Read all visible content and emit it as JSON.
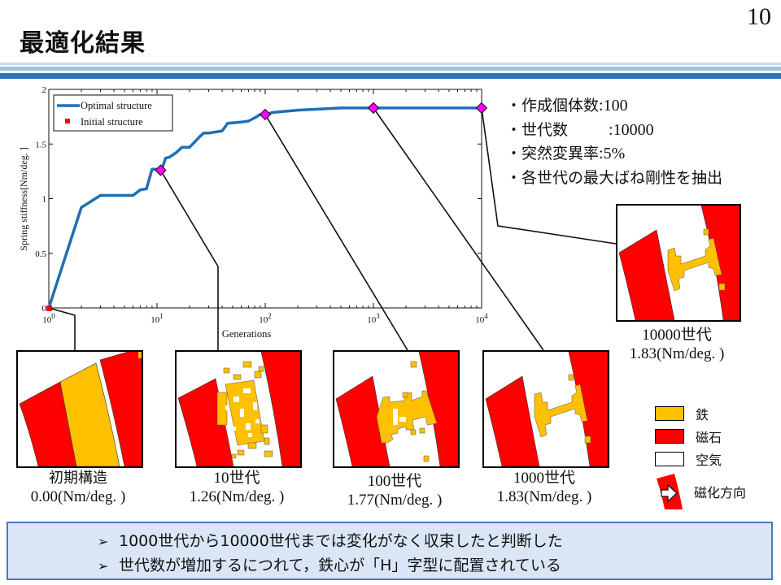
{
  "header": {
    "title": "最適化結果",
    "page_number": "10"
  },
  "conditions": [
    {
      "label": "・作成個体数",
      "value": ":100"
    },
    {
      "label": "・世代数",
      "value": ":10000"
    },
    {
      "label": "・突然変異率",
      "value": ":5%"
    },
    {
      "label": "・各世代の最大ばね剛性を抽出",
      "value": ""
    }
  ],
  "chart_data": {
    "type": "line",
    "title": "",
    "xlabel": "Generations",
    "ylabel": "Spring stiffness[Nm/deg. ]",
    "xscale": "log",
    "xlim": [
      1,
      10000
    ],
    "ylim": [
      0,
      2
    ],
    "x_ticks": [
      "10^0",
      "10^1",
      "10^2",
      "10^3",
      "10^4"
    ],
    "y_ticks": [
      "0",
      "0.5",
      "1",
      "1.5",
      "2"
    ],
    "legend": [
      "Optimal structure",
      "Initial structure"
    ],
    "legend_position": "upper left",
    "series": [
      {
        "name": "Optimal structure",
        "color": "#1f6fb4",
        "x": [
          1,
          2,
          3,
          6,
          7,
          8,
          9,
          10,
          11,
          12,
          13,
          15,
          17,
          20,
          25,
          27,
          30,
          40,
          45,
          60,
          70,
          80,
          90,
          100,
          120,
          200,
          500,
          1000,
          10000
        ],
        "y": [
          0,
          0.92,
          1.03,
          1.03,
          1.08,
          1.09,
          1.27,
          1.27,
          1.26,
          1.37,
          1.38,
          1.42,
          1.47,
          1.47,
          1.57,
          1.6,
          1.6,
          1.62,
          1.69,
          1.7,
          1.71,
          1.74,
          1.77,
          1.77,
          1.79,
          1.81,
          1.83,
          1.83,
          1.83
        ]
      },
      {
        "name": "Initial structure",
        "color": "#ff0000",
        "marker": "square",
        "x": [
          1
        ],
        "y": [
          0
        ]
      }
    ],
    "highlighted_points": [
      {
        "generation": 10,
        "value": 1.26
      },
      {
        "generation": 100,
        "value": 1.77
      },
      {
        "generation": 1000,
        "value": 1.83
      },
      {
        "generation": 10000,
        "value": 1.83
      }
    ]
  },
  "panels": [
    {
      "id": "initial",
      "label": "初期構造",
      "value": "0.00(Nm/deg. )"
    },
    {
      "id": "gen10",
      "label": "10世代",
      "value": "1.26(Nm/deg. )"
    },
    {
      "id": "gen100",
      "label": "100世代",
      "value": "1.77(Nm/deg. )"
    },
    {
      "id": "gen1000",
      "label": "1000世代",
      "value": "1.83(Nm/deg. )"
    },
    {
      "id": "gen10000",
      "label": "10000世代",
      "value": "1.83(Nm/deg. )"
    }
  ],
  "material_legend": [
    {
      "label": "鉄",
      "color": "#ffc000"
    },
    {
      "label": "磁石",
      "color": "#ff0000"
    },
    {
      "label": "空気",
      "color": "#ffffff"
    },
    {
      "label": "磁化方向",
      "icon": "magnetization-arrow-icon"
    }
  ],
  "summary": [
    "1000世代から10000世代までは変化がなく収束したと判断した",
    "世代数が増加するにつれて，鉄心が「H」字型に配置されている"
  ]
}
